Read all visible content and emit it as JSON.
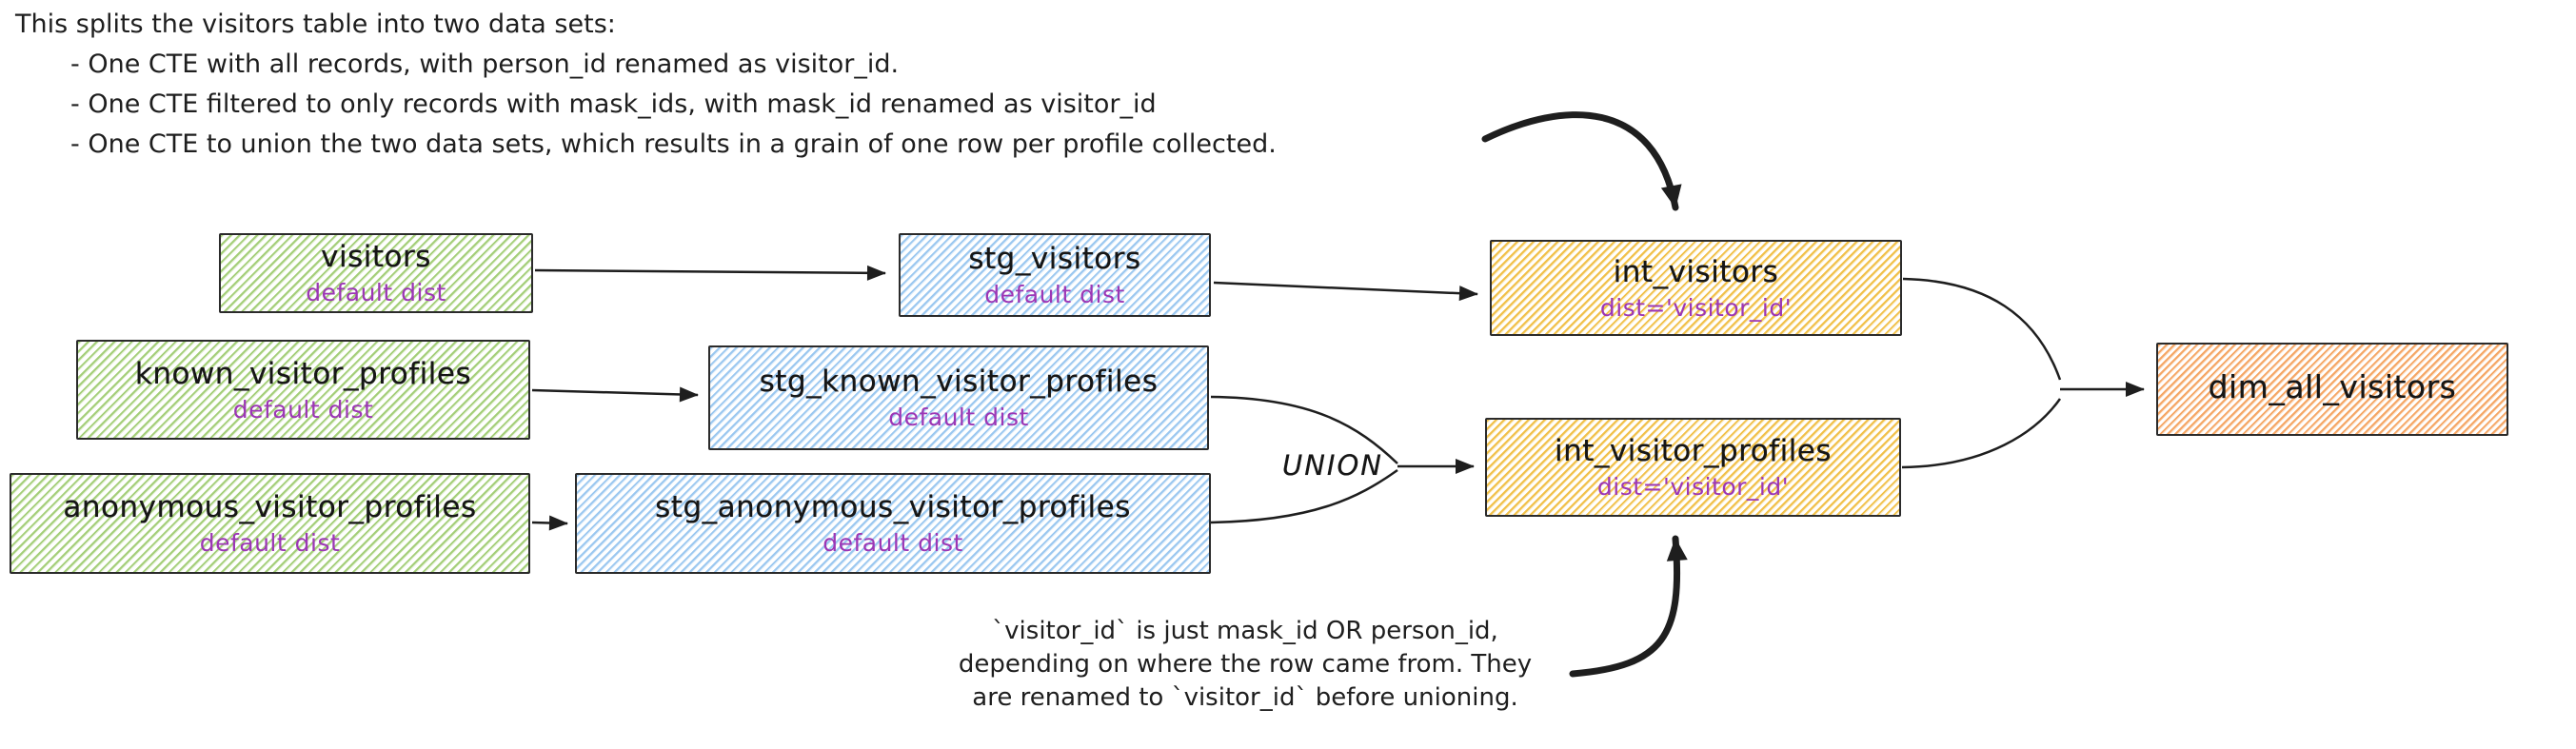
{
  "colors": {
    "background": "#ffffff",
    "stroke": "#1e1e1e",
    "arrow": "#1e1e1e",
    "purple_text": "#9c36b5",
    "green_hatch": "#a5cf7a",
    "blue_hatch": "#9cc8f0",
    "yellow_hatch": "#f1c14b",
    "orange_hatch": "#f5a766"
  },
  "notes": {
    "top": {
      "lines": [
        "This splits the visitors table into two data sets:",
        "- One CTE with all records, with person_id renamed as visitor_id.",
        "- One CTE filtered to only records with mask_ids, with mask_id renamed as visitor_id",
        "- One CTE to union the two data sets, which results in a grain of one row per profile collected."
      ]
    },
    "bottom": {
      "lines": [
        "`visitor_id` is just mask_id OR person_id,",
        "depending on where the row came from. They",
        "are renamed to `visitor_id` before unioning."
      ]
    }
  },
  "union_label": "UNION",
  "nodes": [
    {
      "id": "visitors",
      "title": "visitors",
      "subtitle": "default dist",
      "color": "green"
    },
    {
      "id": "stg_visitors",
      "title": "stg_visitors",
      "subtitle": "default dist",
      "color": "blue"
    },
    {
      "id": "int_visitors",
      "title": "int_visitors",
      "subtitle": "dist='visitor_id'",
      "color": "yellow"
    },
    {
      "id": "known_visitor_profiles",
      "title": "known_visitor_profiles",
      "subtitle": "default dist",
      "color": "green"
    },
    {
      "id": "stg_known_visitor_profiles",
      "title": "stg_known_visitor_profiles",
      "subtitle": "default dist",
      "color": "blue"
    },
    {
      "id": "anonymous_visitor_profiles",
      "title": "anonymous_visitor_profiles",
      "subtitle": "default dist",
      "color": "green"
    },
    {
      "id": "stg_anonymous_visitor_profiles",
      "title": "stg_anonymous_visitor_profiles",
      "subtitle": "default dist",
      "color": "blue"
    },
    {
      "id": "int_visitor_profiles",
      "title": "int_visitor_profiles",
      "subtitle": "dist='visitor_id'",
      "color": "yellow"
    },
    {
      "id": "dim_all_visitors",
      "title": "dim_all_visitors",
      "color": "orange"
    }
  ]
}
